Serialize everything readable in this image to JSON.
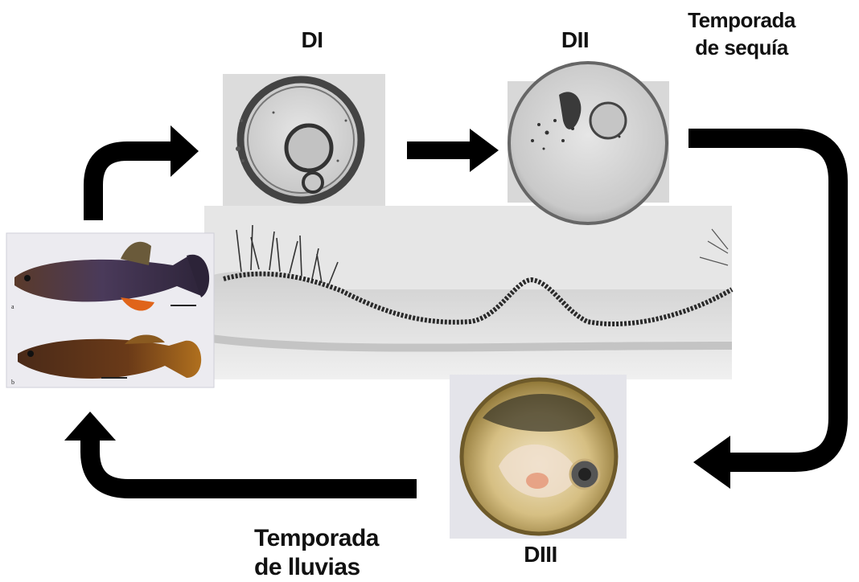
{
  "stages": {
    "di": "DI",
    "dii": "DII",
    "diii": "DIII"
  },
  "seasons": {
    "dry": {
      "line1": "Temporada",
      "line2": "de sequía"
    },
    "rainy": {
      "line1": "Temporada",
      "line2": "de lluvias"
    }
  },
  "fish_panel": {
    "label_a": "a",
    "label_b": "b"
  },
  "colors": {
    "arrow": "#000000",
    "egg_bg": "#d9d9d9",
    "landscape_bg": "#e4e4e4",
    "fish_body": "#3a2a3e",
    "fish_fin_orange": "#e0641a",
    "diii_yolk": "#d8c48a"
  }
}
